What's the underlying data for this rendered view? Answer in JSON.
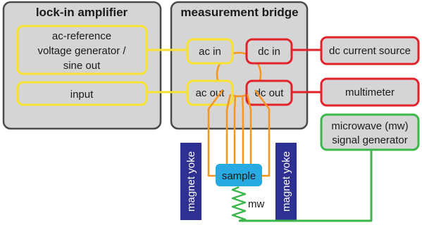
{
  "colors": {
    "panel_fill": "#d5d5d6",
    "panel_stroke": "#4a4a4a",
    "yellow": "#f7e12f",
    "red": "#e2222a",
    "green": "#3cb54a",
    "orange": "#f7941d",
    "blue": "#27a9e1",
    "navy": "#2e3192"
  },
  "lockin": {
    "title": "lock-in amplifier",
    "ref_line1": "ac-reference",
    "ref_line2": "voltage generator /",
    "ref_line3": "sine out",
    "input": "input"
  },
  "bridge": {
    "title": "measurement bridge",
    "ac_in": "ac in",
    "ac_out": "ac out",
    "dc_in": "dc in",
    "dc_out": "dc out"
  },
  "dc_current_source": "dc current source",
  "multimeter": "multimeter",
  "mw_generator": {
    "line1": "microwave (mw)",
    "line2": "signal generator"
  },
  "magnet_yoke_left": "magnet yoke",
  "magnet_yoke_right": "magnet yoke",
  "sample": "sample",
  "mw": "mw"
}
